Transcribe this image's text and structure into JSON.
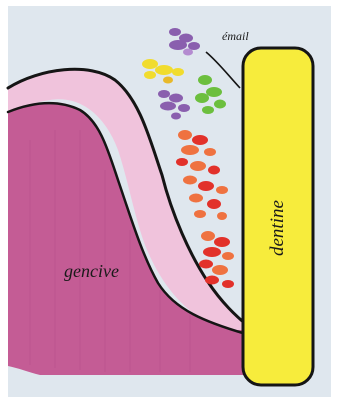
{
  "labels": {
    "enamel": "émail",
    "dentin": "dentine",
    "gum": "gencive"
  },
  "colors": {
    "background": "#dfe7ee",
    "gum_dark": "#c45c95",
    "gum_light": "#f0c3dc",
    "dentin": "#f7ec3c",
    "bacteria_purple": "#8a5fae",
    "bacteria_yellow": "#f1dc2e",
    "bacteria_green": "#6cbf3e",
    "bacteria_orange": "#ef7240",
    "bacteria_red": "#e2312a",
    "outline": "#151515"
  }
}
